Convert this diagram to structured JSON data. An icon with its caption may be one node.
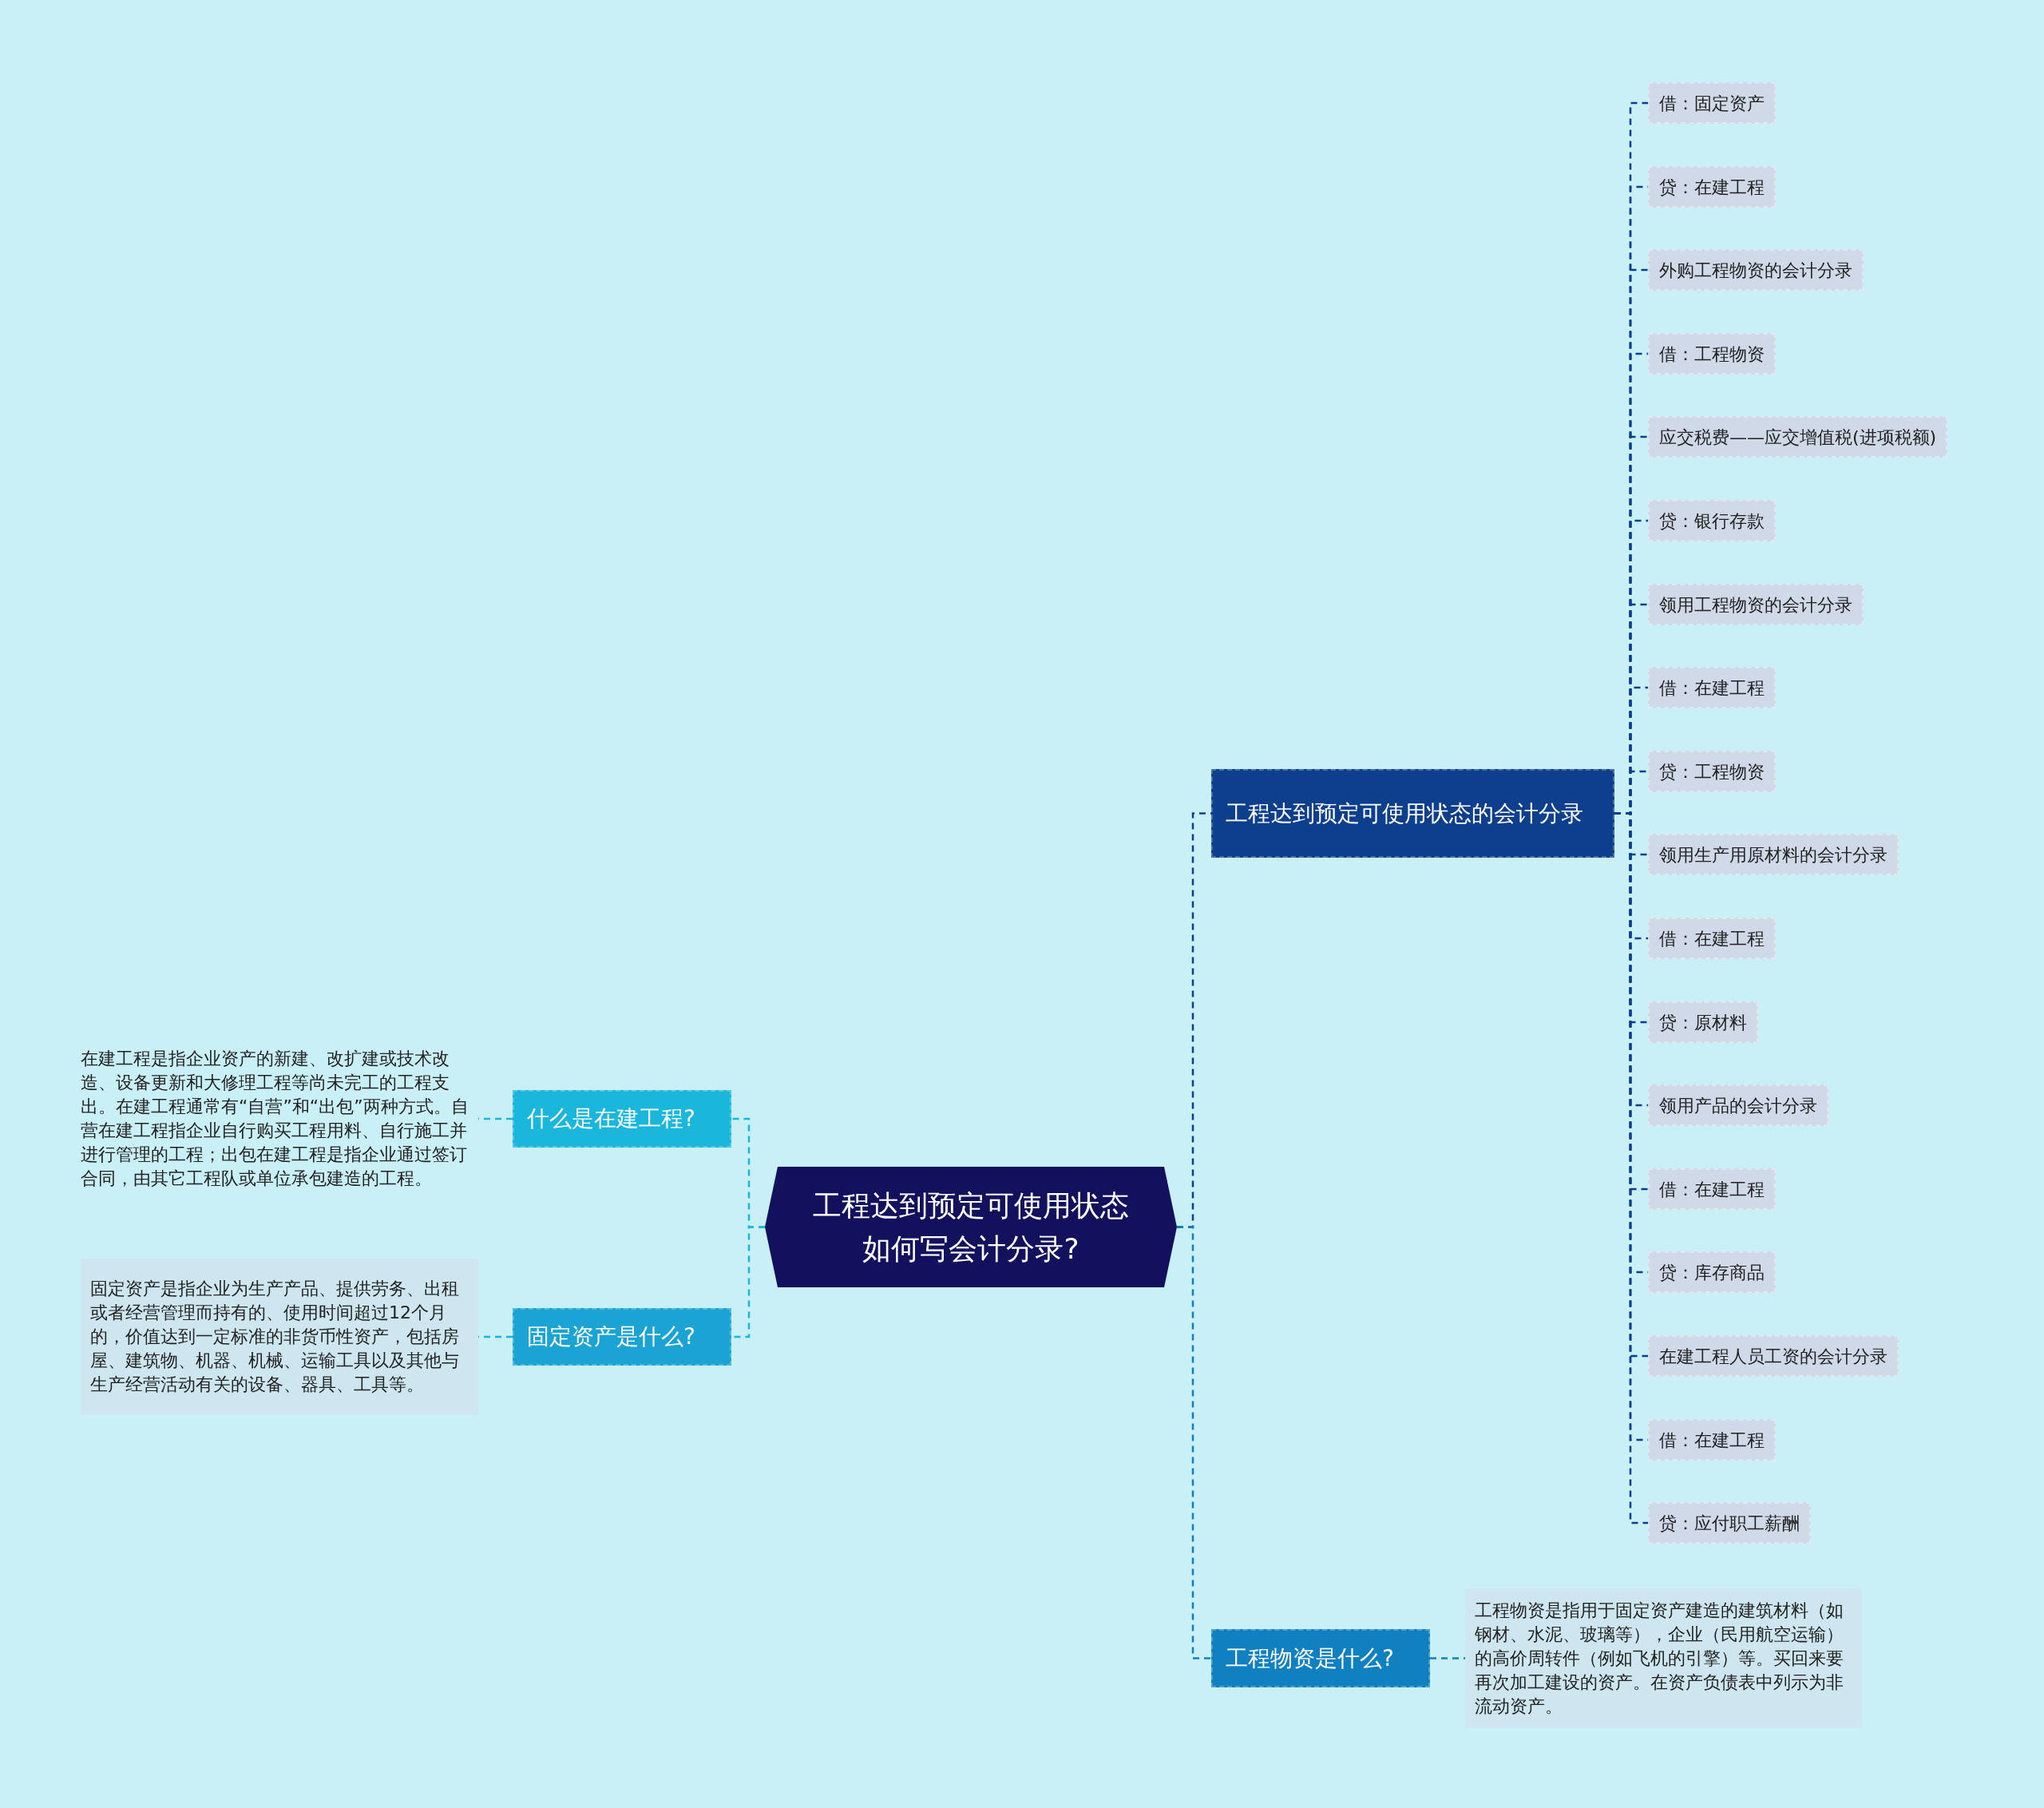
{
  "diagram": {
    "nodes": [
      {
        "text": [
          "工程达到预定可使用状态如何写会计分录?"
        ]
      },
      {
        "text": [
          "什么是在建工程?"
        ]
      },
      {
        "text": [
          "在建工程是指企业资产的新建、改扩建或技术改造、设备更新和大修理工程等尚未完工的工程支出。在建工程通常有“自营”和“出包”两种方式。自营在建工程指企业自行购买工程用料、自行施工并进行管理的工程；出包在建工程是指企业通过签订合同，由其它工程队或单位承包建造的工程。"
        ]
      },
      {
        "text": [
          "固定资产是什么?"
        ]
      },
      {
        "text": [
          "固定资产是指企业为生产产品、提供劳务、出租或者经营管理而持有的、使用时间超过12个月的，价值达到一定标准的非货币性资产，包括房屋、建筑物、机器、机械、运输工具以及其他与生产经营活动有关的设备、器具、工具等。"
        ]
      },
      {
        "text": [
          "工程达到预定可使用状态的会计分录"
        ]
      },
      {
        "text": [
          "借：固定资产"
        ]
      },
      {
        "text": [
          "贷：在建工程"
        ]
      },
      {
        "text": [
          "外购工程物资的会计分录"
        ]
      },
      {
        "text": [
          "借：工程物资"
        ]
      },
      {
        "text": [
          "应交税费——应交增值税(进项税额)"
        ]
      },
      {
        "text": [
          "贷：银行存款"
        ]
      },
      {
        "text": [
          "领用工程物资的会计分录"
        ]
      },
      {
        "text": [
          "借：在建工程"
        ]
      },
      {
        "text": [
          "贷：工程物资"
        ]
      },
      {
        "text": [
          "领用生产用原材料的会计分录"
        ]
      },
      {
        "text": [
          "借：在建工程"
        ]
      },
      {
        "text": [
          "贷：原材料"
        ]
      },
      {
        "text": [
          "领用产品的会计分录"
        ]
      },
      {
        "text": [
          "借：在建工程"
        ]
      },
      {
        "text": [
          "贷：库存商品"
        ]
      },
      {
        "text": [
          "在建工程人员工资的会计分录"
        ]
      },
      {
        "text": [
          "借：在建工程"
        ]
      },
      {
        "text": [
          "贷：应付职工薪酬"
        ]
      },
      {
        "text": [
          "工程物资是什么?"
        ]
      },
      {
        "text": [
          "工程物资是指用于固定资产建造的建筑材料（如钢材、水泥、玻璃等），企业（民用航空运输）的高价周转件（例如飞机的引擎）等。买回来要再次加工建设的资产。在资产负债表中列示为非流动资产。"
        ]
      }
    ],
    "edges": [
      {
        "from": 0,
        "to": 1,
        "arrow": "none",
        "style": "dashed",
        "color": "#1ab6dc"
      },
      {
        "from": 1,
        "to": 2,
        "arrow": "none",
        "style": "dashed",
        "color": "#1ab6dc"
      },
      {
        "from": 0,
        "to": 3,
        "arrow": "none",
        "style": "dashed",
        "color": "#1ab6dc"
      },
      {
        "from": 3,
        "to": 4,
        "arrow": "none",
        "style": "dashed",
        "color": "#1ab6dc"
      },
      {
        "from": 0,
        "to": 5,
        "arrow": "none",
        "style": "dashed"
      },
      {
        "from": 5,
        "to": 6,
        "arrow": "none",
        "style": "dashed"
      },
      {
        "from": 5,
        "to": 7,
        "arrow": "none",
        "style": "dashed"
      },
      {
        "from": 5,
        "to": 8,
        "arrow": "none",
        "style": "dashed"
      },
      {
        "from": 5,
        "to": 9,
        "arrow": "none",
        "style": "dashed"
      },
      {
        "from": 5,
        "to": 10,
        "arrow": "none",
        "style": "dashed"
      },
      {
        "from": 5,
        "to": 11,
        "arrow": "none",
        "style": "dashed"
      },
      {
        "from": 5,
        "to": 12,
        "arrow": "none",
        "style": "dashed"
      },
      {
        "from": 5,
        "to": 13,
        "arrow": "none",
        "style": "dashed"
      },
      {
        "from": 5,
        "to": 14,
        "arrow": "none",
        "style": "dashed"
      },
      {
        "from": 5,
        "to": 15,
        "arrow": "none",
        "style": "dashed"
      },
      {
        "from": 5,
        "to": 16,
        "arrow": "none",
        "style": "dashed"
      },
      {
        "from": 5,
        "to": 17,
        "arrow": "none",
        "style": "dashed"
      },
      {
        "from": 5,
        "to": 18,
        "arrow": "none",
        "style": "dashed"
      },
      {
        "from": 5,
        "to": 19,
        "arrow": "none",
        "style": "dashed"
      },
      {
        "from": 5,
        "to": 20,
        "arrow": "none",
        "style": "dashed"
      },
      {
        "from": 5,
        "to": 21,
        "arrow": "none",
        "style": "dashed"
      },
      {
        "from": 5,
        "to": 22,
        "arrow": "none",
        "style": "dashed"
      },
      {
        "from": 5,
        "to": 23,
        "arrow": "none",
        "style": "dashed"
      },
      {
        "from": 0,
        "to": 24,
        "arrow": "none",
        "style": "dashed",
        "color": "#1180c0"
      },
      {
        "from": 24,
        "to": 25,
        "arrow": "none",
        "style": "dashed",
        "color": "#1180c0"
      }
    ]
  }
}
